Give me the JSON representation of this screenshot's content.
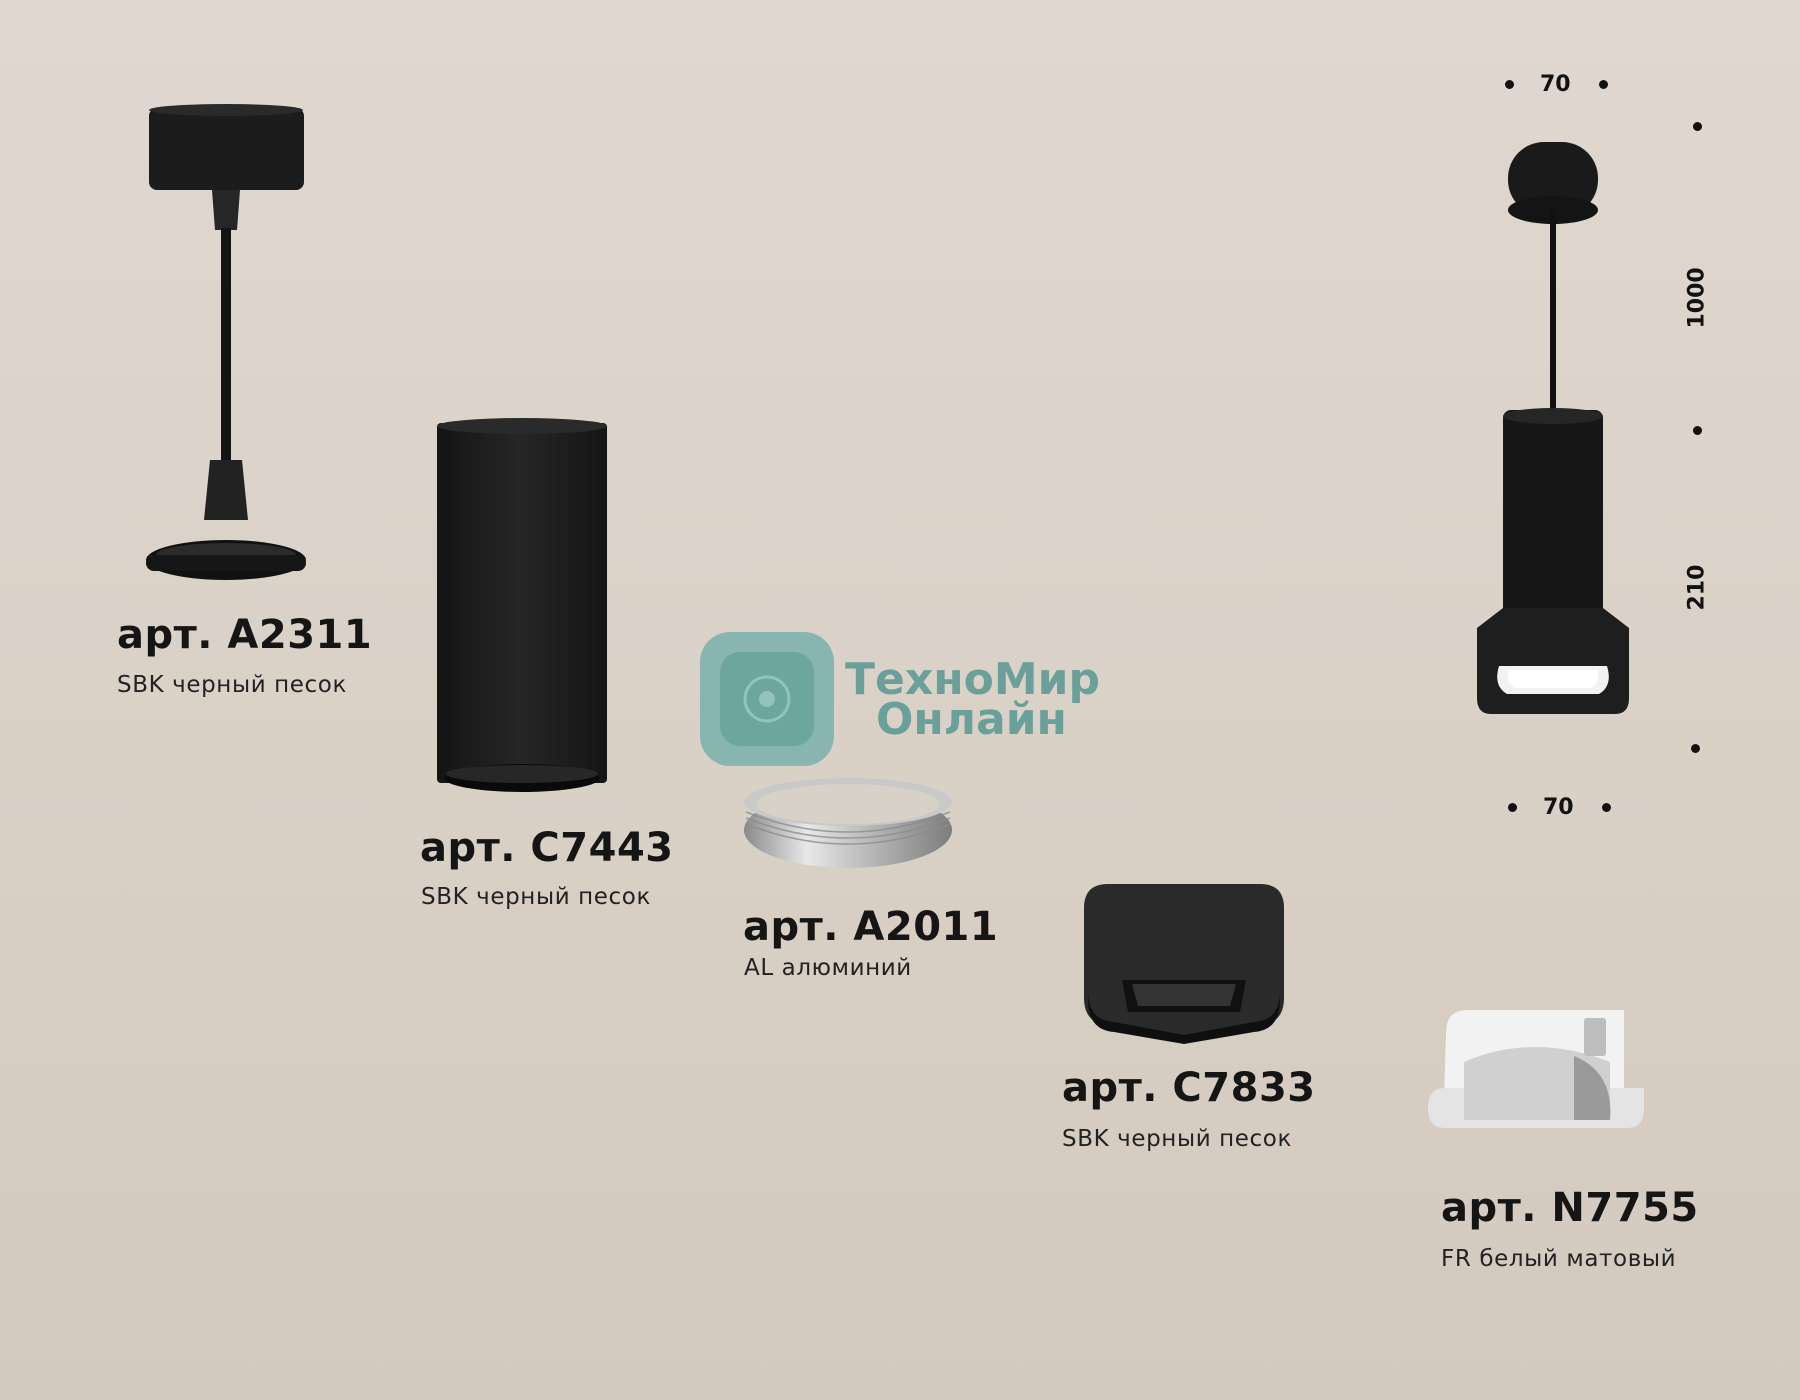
{
  "items": [
    {
      "article": "арт. A2311",
      "finish": "SBK черный песок"
    },
    {
      "article": "арт. C7443",
      "finish": "SBK черный песок"
    },
    {
      "article": "арт. A2011",
      "finish": "AL алюминий"
    },
    {
      "article": "арт. C7833",
      "finish": "SBK черный песок"
    },
    {
      "article": "арт. N7755",
      "finish": "FR белый матовый"
    }
  ],
  "dimensions": {
    "top_width": "70",
    "bottom_width": "70",
    "cable_length": "1000",
    "body_height": "210"
  },
  "watermark": {
    "line1": "ТехноМир",
    "line2": "Онлайн"
  },
  "colors": {
    "background": "#dcd3ca",
    "black_finish": "#1a1a1a",
    "watermark": "#5f9b96"
  }
}
